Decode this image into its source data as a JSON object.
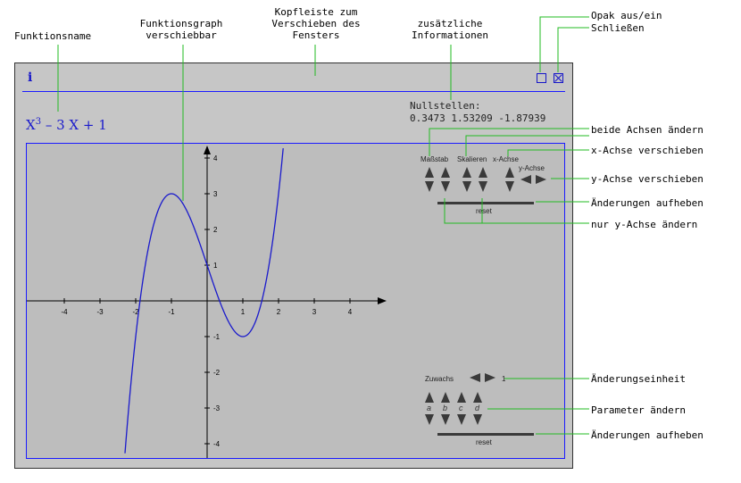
{
  "annotations": {
    "funktionsname": "Funktionsname",
    "graph_l1": "Funktionsgraph",
    "graph_l2": "verschiebbar",
    "header_l1": "Kopfleiste zum",
    "header_l2": "Verschieben des",
    "header_l3": "Fensters",
    "info_l1": "zusätzliche",
    "info_l2": "Informationen",
    "opak": "Opak aus/ein",
    "close": "Schließen",
    "both_axes": "beide Achsen ändern",
    "x_shift": "x-Achse verschieben",
    "y_shift": "y-Achse verschieben",
    "undo1": "Änderungen aufheben",
    "y_only": "nur y-Achse ändern",
    "unit": "Änderungseinheit",
    "params": "Parameter ändern",
    "undo2": "Änderungen aufheben"
  },
  "window": {
    "info_icon": "i",
    "function_base": "X",
    "function_exp": "3",
    "function_rest": " – 3 X + 1",
    "zeros_title": "Nullstellen:",
    "zeros_values": "0.3473 1.53209 -1.87939"
  },
  "controls": {
    "massstab": "Maßstab",
    "skalieren": "Skalieren",
    "x_achse": "x-Achse",
    "y_achse": "y-Achse",
    "reset1": "reset",
    "zuwachs": "Zuwachs",
    "zuwachs_value": "1",
    "param_a": "a",
    "param_b": "b",
    "param_c": "c",
    "param_d": "d",
    "reset2": "reset"
  },
  "colors": {
    "curve": "#1a1acc",
    "window_bg": "#c6c6c6",
    "plot_bg": "#bdbdbd",
    "leader": "#22bb22"
  },
  "chart_data": {
    "type": "line",
    "function": "x^3 - 3x + 1",
    "xlim": [
      -5,
      5
    ],
    "ylim": [
      -4.3,
      4.3
    ],
    "x_ticks": [
      -4,
      -3,
      -2,
      -1,
      1,
      2,
      3,
      4
    ],
    "y_ticks": [
      4,
      3,
      2,
      1,
      -1,
      -2,
      -3,
      -4
    ]
  }
}
